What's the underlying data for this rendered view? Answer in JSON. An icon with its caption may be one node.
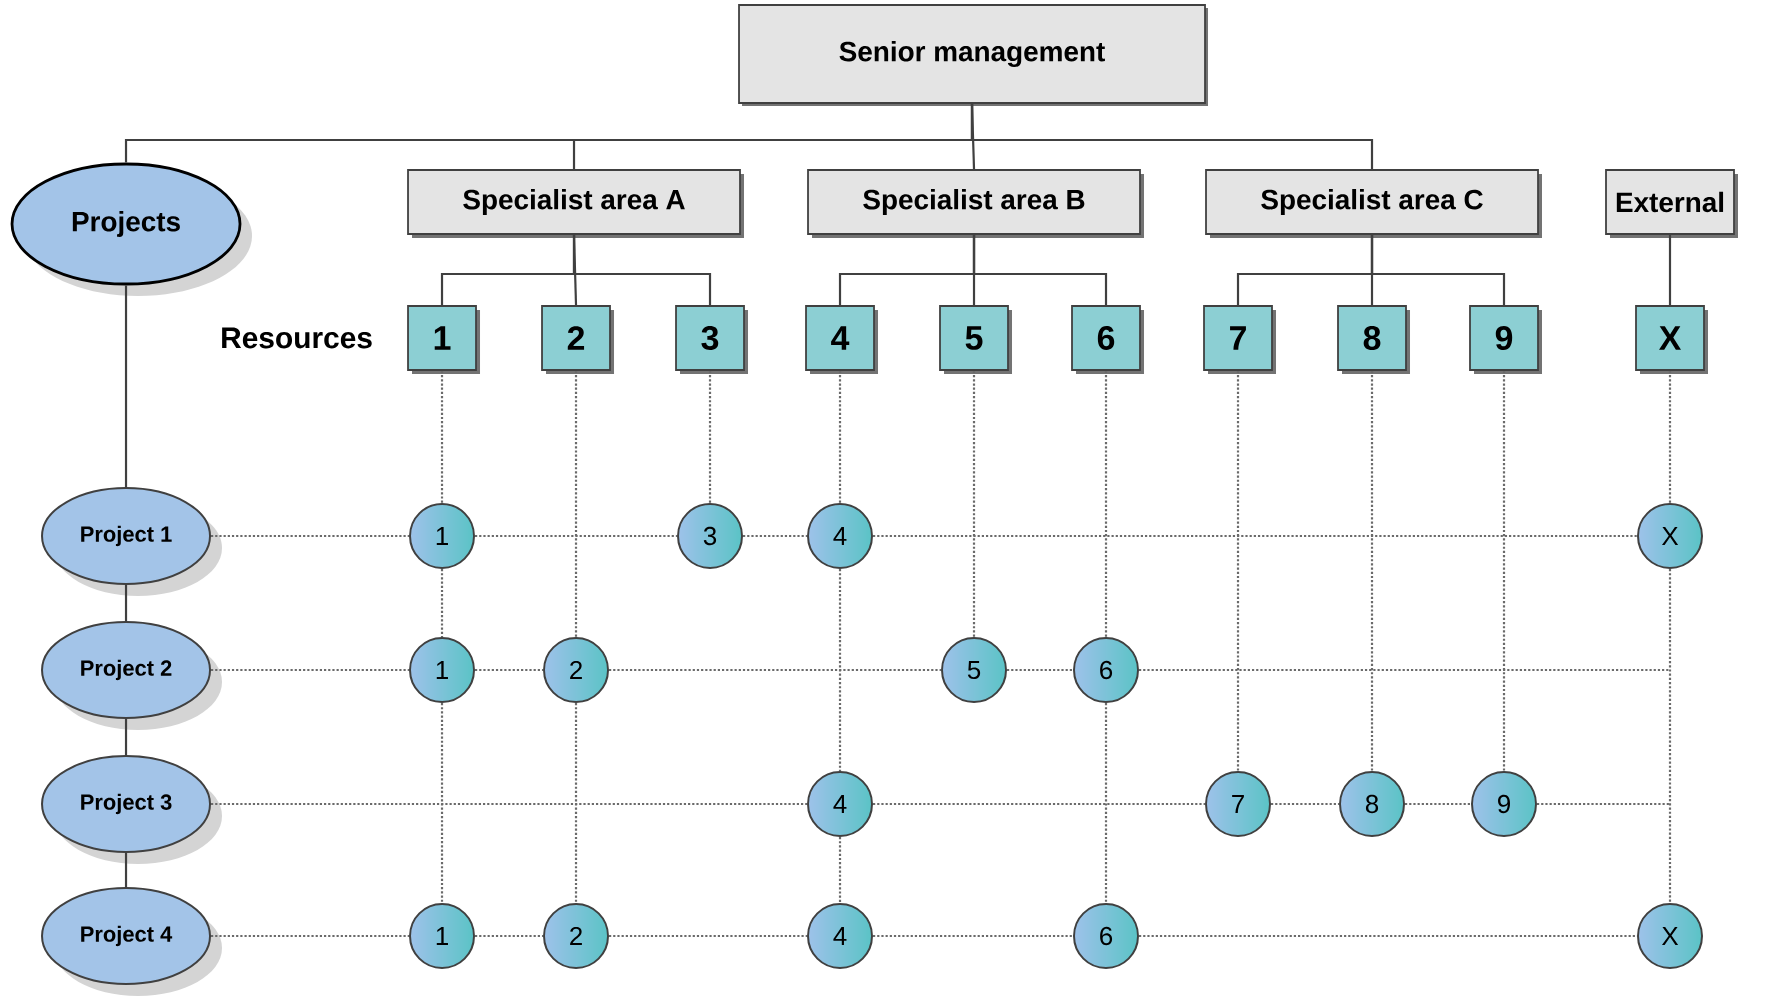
{
  "diagram": {
    "nodes": [
      {
        "text": [
          "Senior management"
        ]
      },
      {
        "text": [
          "Projects"
        ]
      },
      {
        "text": [
          "Specialist area A"
        ]
      },
      {
        "text": [
          "Specialist area B"
        ]
      },
      {
        "text": [
          "Specialist area C"
        ]
      },
      {
        "text": [
          "External"
        ]
      },
      {
        "text": [
          "1"
        ]
      },
      {
        "text": [
          "2"
        ]
      },
      {
        "text": [
          "3"
        ]
      },
      {
        "text": [
          "4"
        ]
      },
      {
        "text": [
          "5"
        ]
      },
      {
        "text": [
          "6"
        ]
      },
      {
        "text": [
          "7"
        ]
      },
      {
        "text": [
          "8"
        ]
      },
      {
        "text": [
          "9"
        ]
      },
      {
        "text": [
          "X"
        ]
      },
      {
        "text": [
          "Project 1"
        ]
      },
      {
        "text": [
          "Project 2"
        ]
      },
      {
        "text": [
          "Project 3"
        ]
      },
      {
        "text": [
          "Project 4"
        ]
      },
      {
        "text": [
          "1"
        ]
      },
      {
        "text": [
          "3"
        ]
      },
      {
        "text": [
          "4"
        ]
      },
      {
        "text": [
          "X"
        ]
      },
      {
        "text": [
          "1"
        ]
      },
      {
        "text": [
          "2"
        ]
      },
      {
        "text": [
          "5"
        ]
      },
      {
        "text": [
          "6"
        ]
      },
      {
        "text": [
          "4"
        ]
      },
      {
        "text": [
          "7"
        ]
      },
      {
        "text": [
          "8"
        ]
      },
      {
        "text": [
          "9"
        ]
      },
      {
        "text": [
          "1"
        ]
      },
      {
        "text": [
          "2"
        ]
      },
      {
        "text": [
          "4"
        ]
      },
      {
        "text": [
          "6"
        ]
      },
      {
        "text": [
          "X"
        ]
      }
    ],
    "edges": [
      {
        "from": 0,
        "to": 1,
        "arrow": "none"
      },
      {
        "from": 0,
        "to": 2,
        "arrow": "none"
      },
      {
        "from": 0,
        "to": 3,
        "arrow": "none"
      },
      {
        "from": 0,
        "to": 4,
        "arrow": "none"
      },
      {
        "from": 2,
        "to": 6,
        "arrow": "none"
      },
      {
        "from": 2,
        "to": 7,
        "arrow": "none"
      },
      {
        "from": 2,
        "to": 8,
        "arrow": "none"
      },
      {
        "from": 3,
        "to": 9,
        "arrow": "none"
      },
      {
        "from": 3,
        "to": 10,
        "arrow": "none"
      },
      {
        "from": 3,
        "to": 11,
        "arrow": "none"
      },
      {
        "from": 4,
        "to": 12,
        "arrow": "none"
      },
      {
        "from": 4,
        "to": 13,
        "arrow": "none"
      },
      {
        "from": 4,
        "to": 14,
        "arrow": "none"
      },
      {
        "from": 5,
        "to": 15,
        "arrow": "none"
      },
      {
        "from": 1,
        "to": 16,
        "arrow": "none"
      },
      {
        "from": 16,
        "to": 17,
        "arrow": "none"
      },
      {
        "from": 17,
        "to": 18,
        "arrow": "none"
      },
      {
        "from": 18,
        "to": 19,
        "arrow": "none"
      },
      {
        "from": 16,
        "to": 20,
        "arrow": "none",
        "style": "dashed"
      },
      {
        "from": 20,
        "to": 21,
        "arrow": "none",
        "style": "dashed"
      },
      {
        "from": 21,
        "to": 22,
        "arrow": "none",
        "style": "dashed"
      },
      {
        "from": 22,
        "to": 23,
        "arrow": "none",
        "style": "dashed"
      },
      {
        "from": 17,
        "to": 24,
        "arrow": "none",
        "style": "dashed"
      },
      {
        "from": 24,
        "to": 25,
        "arrow": "none",
        "style": "dashed"
      },
      {
        "from": 25,
        "to": 26,
        "arrow": "none",
        "style": "dashed"
      },
      {
        "from": 26,
        "to": 27,
        "arrow": "none",
        "style": "dashed"
      },
      {
        "from": 27,
        "to": null,
        "arrow": "none",
        "style": "dashed"
      },
      {
        "from": 18,
        "to": 28,
        "arrow": "none",
        "style": "dashed"
      },
      {
        "from": 28,
        "to": 29,
        "arrow": "none",
        "style": "dashed"
      },
      {
        "from": 29,
        "to": 30,
        "arrow": "none",
        "style": "dashed"
      },
      {
        "from": 30,
        "to": 31,
        "arrow": "none",
        "style": "dashed"
      },
      {
        "from": 31,
        "to": null,
        "arrow": "none",
        "style": "dashed"
      },
      {
        "from": 19,
        "to": 32,
        "arrow": "none",
        "style": "dashed"
      },
      {
        "from": 32,
        "to": 33,
        "arrow": "none",
        "style": "dashed"
      },
      {
        "from": 33,
        "to": 34,
        "arrow": "none",
        "style": "dashed"
      },
      {
        "from": 34,
        "to": 35,
        "arrow": "none",
        "style": "dashed"
      },
      {
        "from": 35,
        "to": 36,
        "arrow": "none",
        "style": "dashed"
      },
      {
        "from": 6,
        "to": 20,
        "arrow": "none",
        "style": "dashed"
      },
      {
        "from": 20,
        "to": 24,
        "arrow": "none",
        "style": "dashed"
      },
      {
        "from": 24,
        "to": 32,
        "arrow": "none",
        "style": "dashed"
      },
      {
        "from": 7,
        "to": 25,
        "arrow": "none",
        "style": "dashed"
      },
      {
        "from": 25,
        "to": 33,
        "arrow": "none",
        "style": "dashed"
      },
      {
        "from": 8,
        "to": 21,
        "arrow": "none",
        "style": "dashed"
      },
      {
        "from": 9,
        "to": 22,
        "arrow": "none",
        "style": "dashed"
      },
      {
        "from": 22,
        "to": 28,
        "arrow": "none",
        "style": "dashed"
      },
      {
        "from": 28,
        "to": 34,
        "arrow": "none",
        "style": "dashed"
      },
      {
        "from": 10,
        "to": 26,
        "arrow": "none",
        "style": "dashed"
      },
      {
        "from": 11,
        "to": 27,
        "arrow": "none",
        "style": "dashed"
      },
      {
        "from": 27,
        "to": 35,
        "arrow": "none",
        "style": "dashed"
      },
      {
        "from": 12,
        "to": 29,
        "arrow": "none",
        "style": "dashed"
      },
      {
        "from": 13,
        "to": 30,
        "arrow": "none",
        "style": "dashed"
      },
      {
        "from": 14,
        "to": 31,
        "arrow": "none",
        "style": "dashed"
      },
      {
        "from": 15,
        "to": 23,
        "arrow": "none",
        "style": "dashed"
      },
      {
        "from": 23,
        "to": 36,
        "arrow": "none",
        "style": "dashed"
      }
    ],
    "labels": [
      "Resources"
    ]
  }
}
